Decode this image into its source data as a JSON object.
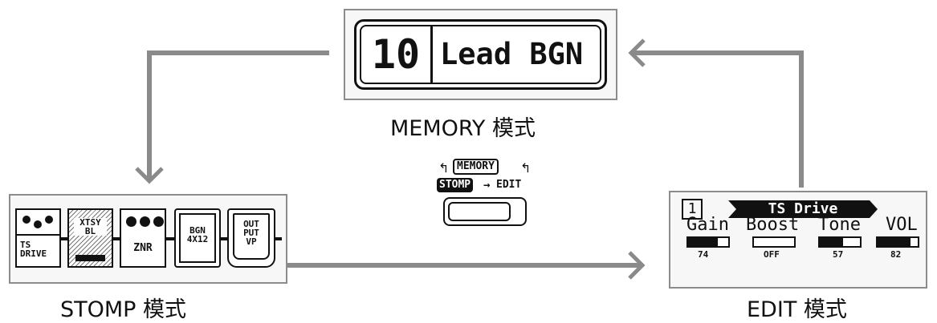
{
  "memory": {
    "number": "10",
    "patch_name": "Lead BGN",
    "caption": "MEMORY 模式"
  },
  "stomp": {
    "caption": "STOMP 模式",
    "pedals": [
      {
        "name": "TS\nDRIVE"
      },
      {
        "name": "XTSY\nBL"
      },
      {
        "name": "ZNR"
      },
      {
        "name": "BGN\n4X12"
      },
      {
        "name": "OUT\nPUT\nVP"
      }
    ]
  },
  "edit": {
    "caption": "EDIT 模式",
    "page": "1",
    "effect_name": "TS Drive",
    "params": [
      {
        "label": "Gain",
        "value_text": "74",
        "level": 0.74
      },
      {
        "label": "Boost",
        "value_text": "OFF",
        "level": 0.0
      },
      {
        "label": "Tone",
        "value_text": "57",
        "level": 0.57
      },
      {
        "label": "VOL",
        "value_text": "82",
        "level": 0.82
      }
    ]
  },
  "switch": {
    "memory_label": "MEMORY",
    "stomp_label": "STOMP",
    "edit_label": "EDIT",
    "arrow": "→"
  },
  "colors": {
    "arrow": "#8a8a8a",
    "panel_border": "#8c8c8c",
    "lcd_ink": "#111111"
  }
}
